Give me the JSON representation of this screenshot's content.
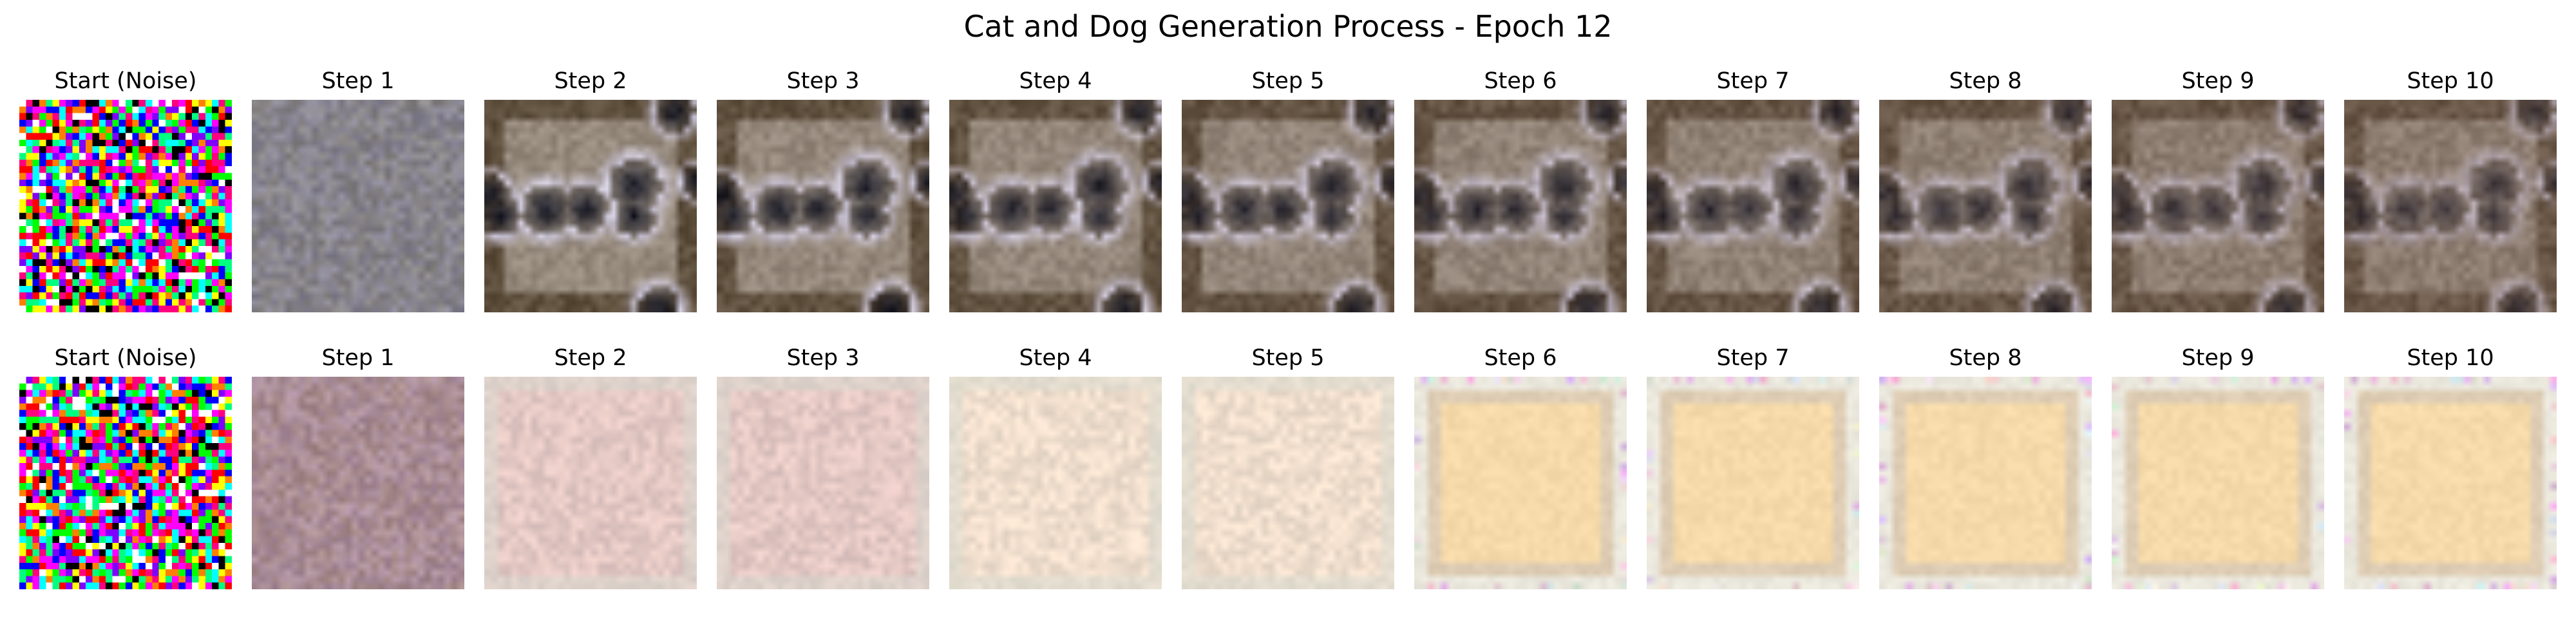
{
  "figure": {
    "title": "Cat and Dog Generation Process - Epoch 12"
  },
  "rows": [
    {
      "panels": [
        {
          "title": "Start (Noise)",
          "image_kind": "random-color-noise"
        },
        {
          "title": "Step 1",
          "image_kind": "blurry-gray-texture"
        },
        {
          "title": "Step 2",
          "image_kind": "dark-mottled-texture"
        },
        {
          "title": "Step 3",
          "image_kind": "dark-mottled-texture"
        },
        {
          "title": "Step 4",
          "image_kind": "dark-mottled-texture"
        },
        {
          "title": "Step 5",
          "image_kind": "dark-mottled-texture"
        },
        {
          "title": "Step 6",
          "image_kind": "dark-mottled-texture"
        },
        {
          "title": "Step 7",
          "image_kind": "dark-mottled-texture"
        },
        {
          "title": "Step 8",
          "image_kind": "dark-mottled-texture"
        },
        {
          "title": "Step 9",
          "image_kind": "dark-mottled-texture"
        },
        {
          "title": "Step 10",
          "image_kind": "dark-mottled-texture"
        }
      ]
    },
    {
      "panels": [
        {
          "title": "Start (Noise)",
          "image_kind": "random-color-noise"
        },
        {
          "title": "Step 1",
          "image_kind": "blurry-mauve-texture"
        },
        {
          "title": "Step 2",
          "image_kind": "pale-pink-texture"
        },
        {
          "title": "Step 3",
          "image_kind": "pale-pink-texture"
        },
        {
          "title": "Step 4",
          "image_kind": "pale-peach-texture"
        },
        {
          "title": "Step 5",
          "image_kind": "pale-peach-texture"
        },
        {
          "title": "Step 6",
          "image_kind": "peach-framed-square"
        },
        {
          "title": "Step 7",
          "image_kind": "peach-framed-square"
        },
        {
          "title": "Step 8",
          "image_kind": "peach-framed-square"
        },
        {
          "title": "Step 9",
          "image_kind": "peach-framed-square"
        },
        {
          "title": "Step 10",
          "image_kind": "peach-framed-square"
        }
      ]
    }
  ]
}
